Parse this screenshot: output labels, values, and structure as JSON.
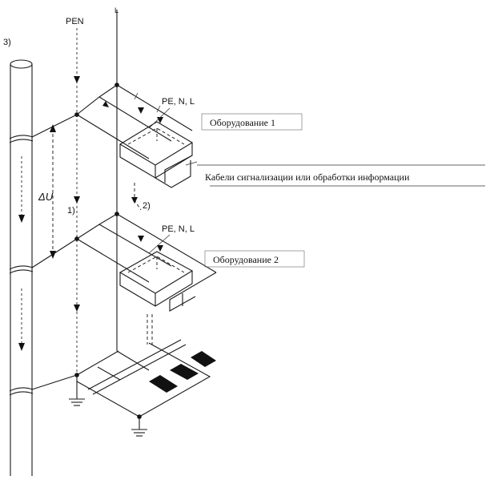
{
  "labels": {
    "pen": "PEN",
    "l": "L",
    "num3": "3)",
    "num1": "1)",
    "num2": "2)",
    "delta_u": "ΔU",
    "pe_n_l_1": "PE, N, L",
    "pe_n_l_2": "PE, N, L",
    "equipment_1": "Оборудование 1",
    "equipment_2": "Оборудование 2",
    "cables": "Кабели сигнализации или обработки информации"
  }
}
